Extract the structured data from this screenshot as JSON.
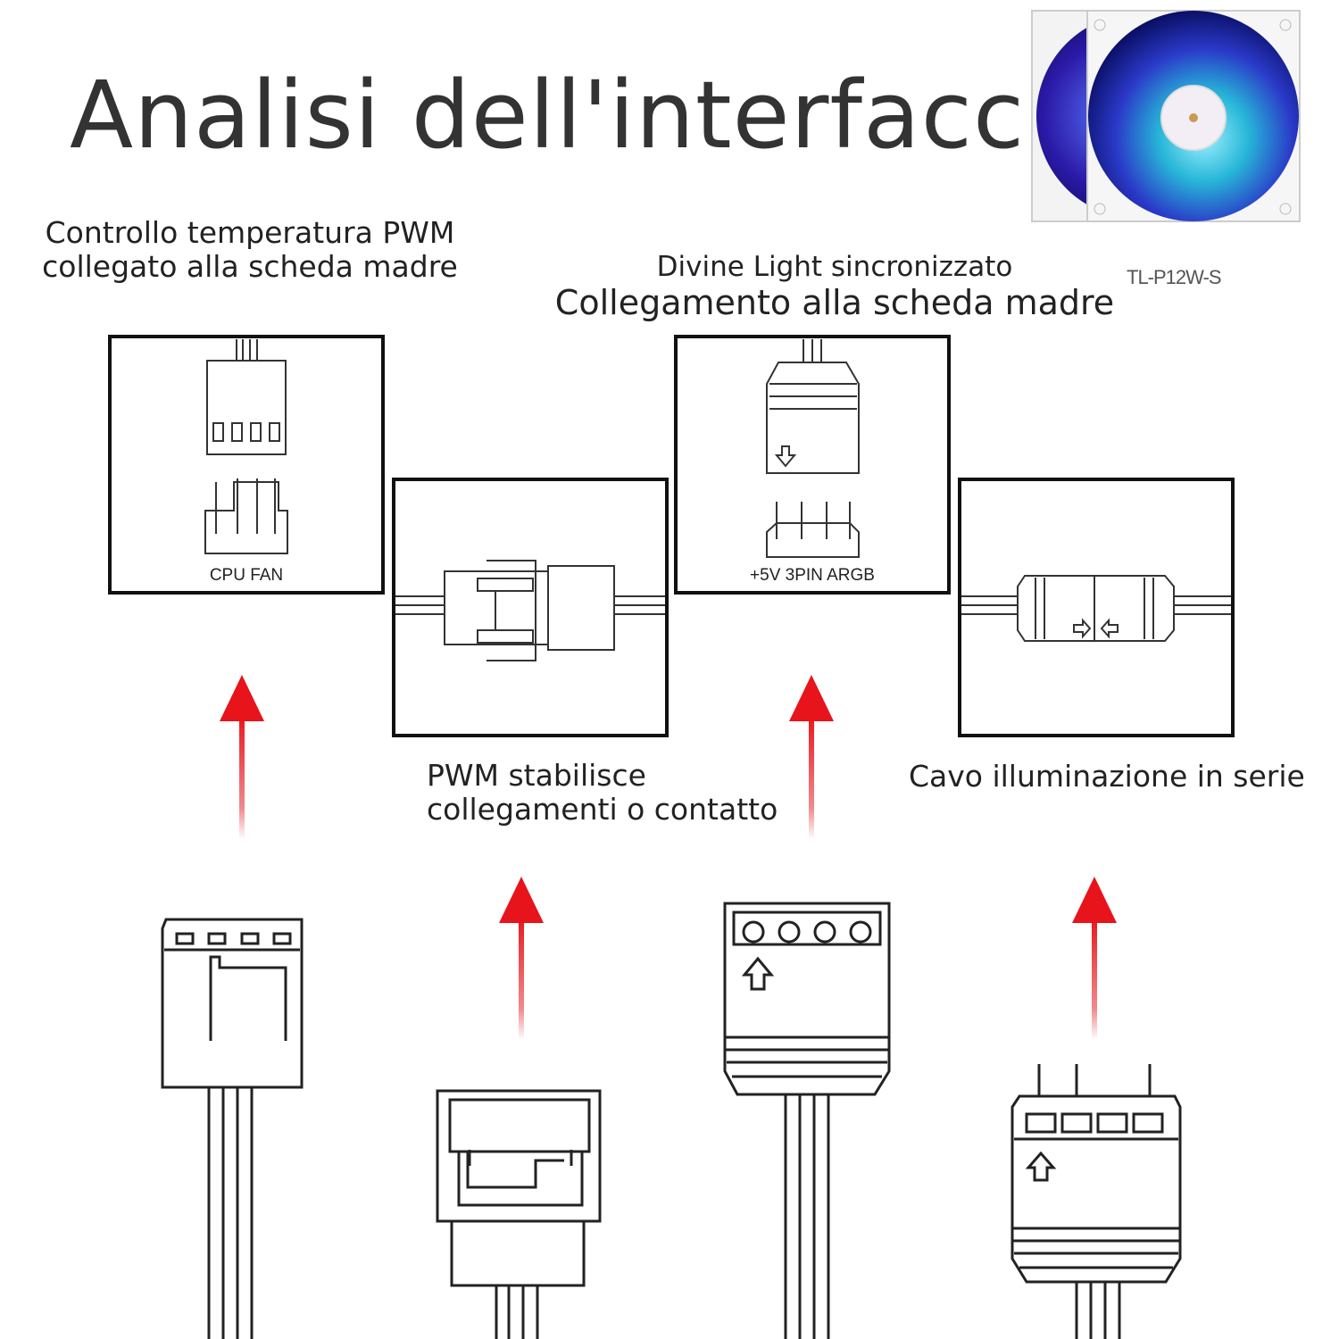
{
  "title": "Analisi dell'interfaccia",
  "labels": {
    "pwm_temp": "Controllo temperatura PWM collegato alla scheda madre",
    "divine_line1": "Divine Light sincronizzato",
    "divine_line2": "Collegamento alla scheda madre",
    "model": "TL-P12W-S",
    "pwm_contact": "PWM stabilisce collegamenti o contatto",
    "series": "Cavo illuminazione in serie"
  },
  "box_captions": {
    "cpu_fan": "CPU FAN",
    "argb": "+5V 3PIN ARGB"
  },
  "colors": {
    "arrow": "#e8141b",
    "box_stroke": "#111111",
    "text": "#222222"
  }
}
